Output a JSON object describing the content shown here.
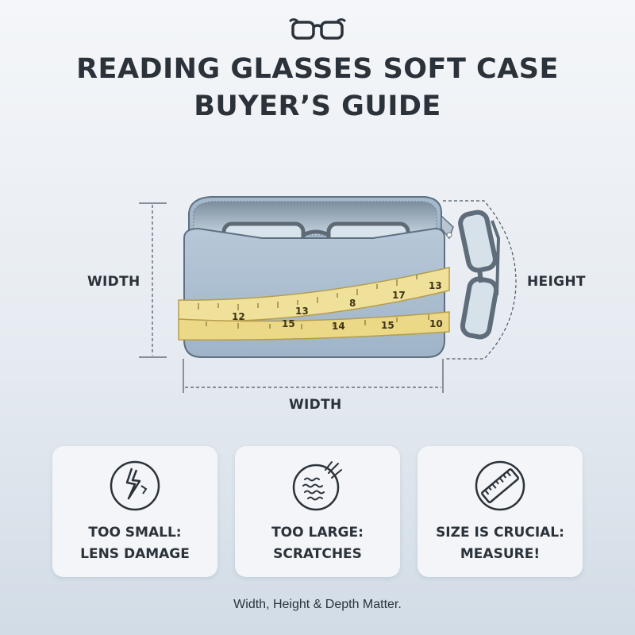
{
  "title": {
    "line1": "READING GLASSES SOFT CASE",
    "line2": "BUYER’S GUIDE"
  },
  "header_icon": "reading-glasses-icon",
  "dimension_labels": {
    "left": "WIDTH",
    "right": "HEIGHT",
    "bottom": "WIDTH"
  },
  "tape_measure_marks": {
    "upper_band": [
      "12",
      "13",
      "8",
      "17",
      "13"
    ],
    "lower_band": [
      "15",
      "14",
      "15",
      "10"
    ]
  },
  "cards": [
    {
      "icon": "cracked-lens-icon",
      "line1": "TOO SMALL:",
      "line2": "LENS DAMAGE"
    },
    {
      "icon": "scratches-icon",
      "line1": "TOO LARGE:",
      "line2": "SCRATCHES"
    },
    {
      "icon": "ruler-icon",
      "line1": "SIZE IS CRUCIAL:",
      "line2": "MEASURE!"
    }
  ],
  "caption": "Width, Height & Depth Matter.",
  "colors": {
    "text": "#2b323a",
    "case_body": "#a9bdcf",
    "case_outline": "#5e7082",
    "tape": "#f0e19a",
    "card_bg": "#f3f5f8"
  }
}
